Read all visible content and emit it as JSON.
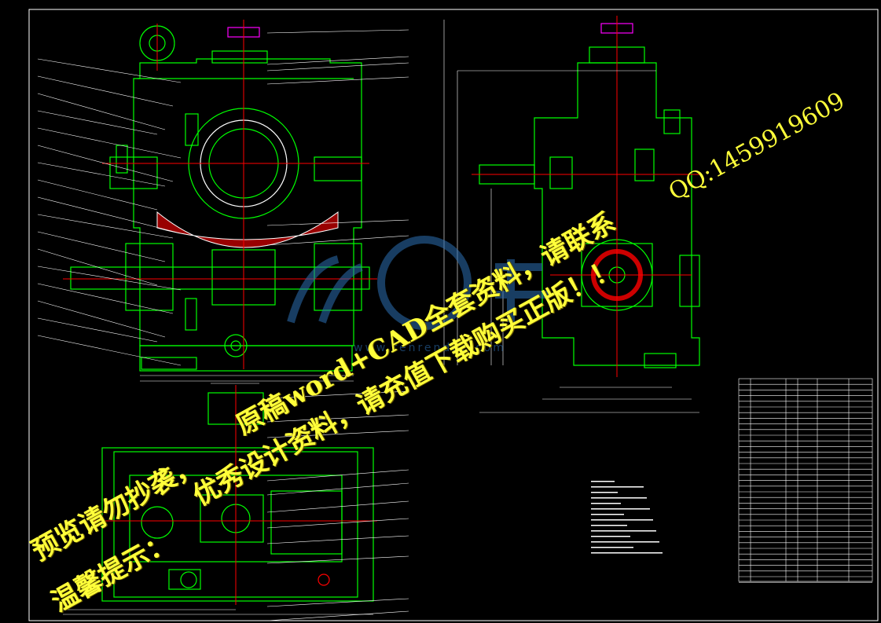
{
  "drawing": {
    "colors": {
      "background": "#000000",
      "part_outline": "#00ff00",
      "centerline": "#ff0000",
      "dimension": "#ffffff",
      "watermark_text": "#ffff3a",
      "logo": "#2c6fb3",
      "hatch": "#ff00ff",
      "gear_fill": "#cc0000"
    }
  },
  "watermark": {
    "line1": "原稿word+CAD全套资料，请联系",
    "line2": "优秀设计资料，请充值下载购买正版！！",
    "line3": "预览请勿抄袭，",
    "line4": "温馨提示：",
    "qq": "QQ:1459919609"
  },
  "logo": {
    "site": "www.renrendoc.com"
  }
}
